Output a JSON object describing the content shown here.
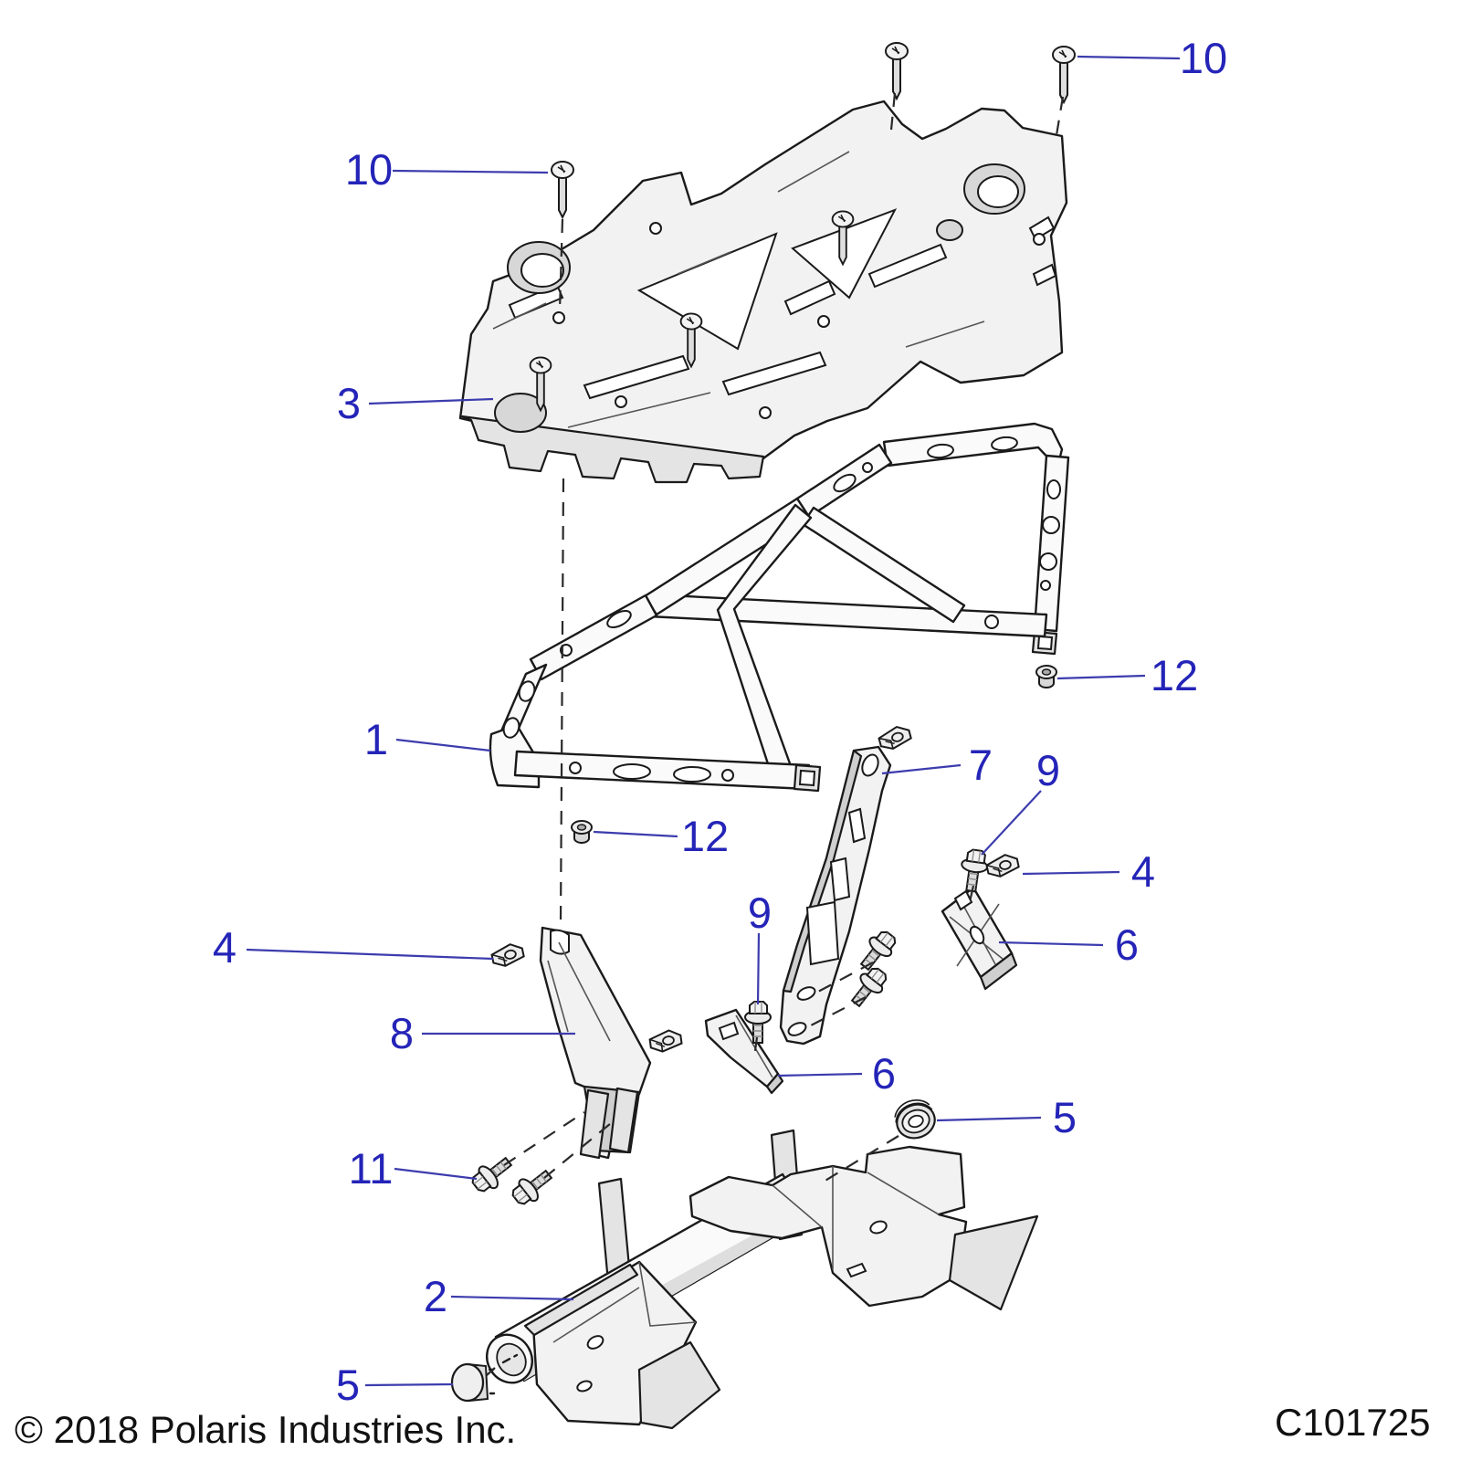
{
  "diagram": {
    "figure_code": "C101725",
    "copyright": "© 2018 Polaris Industries Inc.",
    "colors": {
      "callout_text": "#2424b8",
      "leader_line": "#3c3cae",
      "artwork_outline": "#1a1a1a",
      "background": "#ffffff"
    },
    "callouts": [
      {
        "id": "10-top-right",
        "label": "10"
      },
      {
        "id": "10-top-left",
        "label": "10"
      },
      {
        "id": "3",
        "label": "3"
      },
      {
        "id": "1",
        "label": "1"
      },
      {
        "id": "12-right",
        "label": "12"
      },
      {
        "id": "12-middle",
        "label": "12"
      },
      {
        "id": "7",
        "label": "7"
      },
      {
        "id": "9-right",
        "label": "9"
      },
      {
        "id": "4-right",
        "label": "4"
      },
      {
        "id": "6-right",
        "label": "6"
      },
      {
        "id": "9-middle",
        "label": "9"
      },
      {
        "id": "4-left",
        "label": "4"
      },
      {
        "id": "8",
        "label": "8"
      },
      {
        "id": "6-middle",
        "label": "6"
      },
      {
        "id": "5-right",
        "label": "5"
      },
      {
        "id": "11",
        "label": "11"
      },
      {
        "id": "2",
        "label": "2"
      },
      {
        "id": "5-bottom",
        "label": "5"
      }
    ]
  }
}
